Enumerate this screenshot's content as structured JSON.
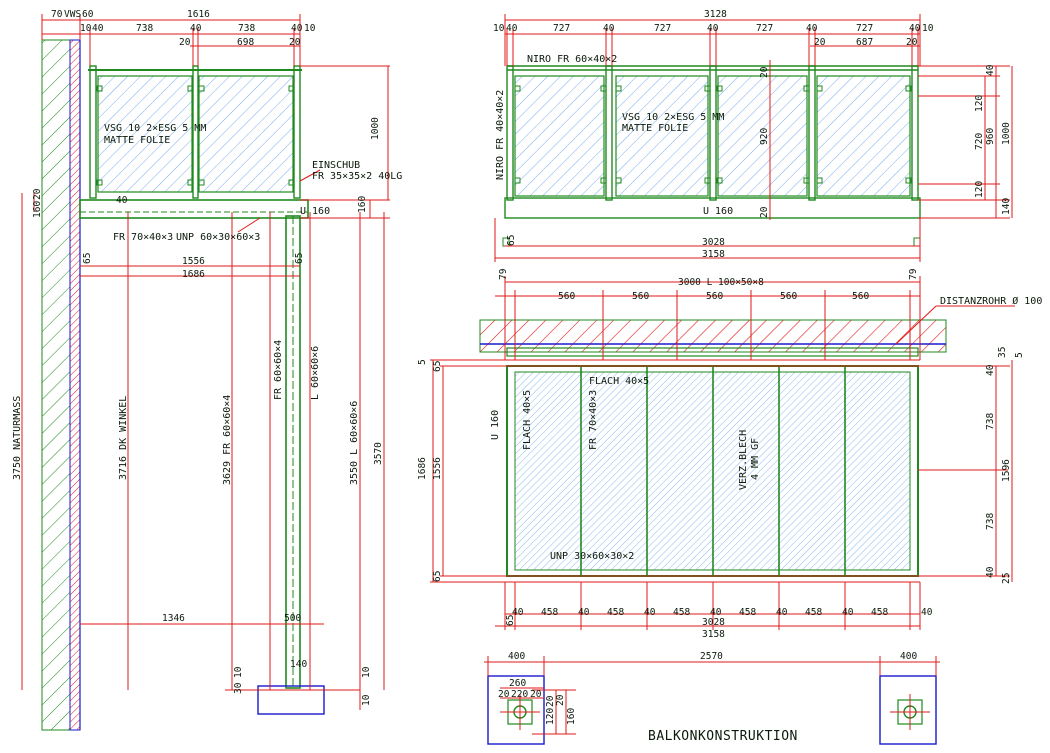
{
  "title": "BALKONKONSTRUKTION",
  "colors": {
    "structure": "#1f8a1f",
    "dimension": "#e01818",
    "hatch": "#3a8be8",
    "concrete": "#1a1acc",
    "text": "#0b1a0b"
  },
  "side_view": {
    "top_dims": [
      "70",
      "VWS",
      "60",
      "1616",
      "10",
      "40",
      "738",
      "40",
      "738",
      "40",
      "10",
      "20",
      "698",
      "20"
    ],
    "labels": {
      "glass": "VSG 10 2×ESG 5 MM",
      "foil": "MATTE FOLIE",
      "insert": "EINSCHUB",
      "insert_profile": "FR 35×35×2 40LG",
      "beam": "U 160",
      "fr70": "FR 70×40×3",
      "unp60": "UNP 60×30×60×3",
      "fr60": "FR 60×60×4",
      "l60": "L 60×60×6",
      "natural": "3750 NATURMASS",
      "fr70_len": "3716 DK WINKEL",
      "fr60_len": "3629 FR 60×60×4",
      "l60_len": "3550 L 60×60×6",
      "height": "3570"
    },
    "dims": [
      "1000",
      "160",
      "20",
      "160",
      "40",
      "1556",
      "1686",
      "65",
      "65",
      "1346",
      "500",
      "140",
      "10",
      "30",
      "10",
      "10"
    ]
  },
  "front_view": {
    "top_dims": [
      "3128",
      "10",
      "40",
      "727",
      "40",
      "727",
      "40",
      "727",
      "40",
      "727",
      "40",
      "10",
      "20",
      "687",
      "20"
    ],
    "labels": {
      "niro_top": "NIRO FR 60×40×2",
      "niro_side": "NIRO FR 40×40×2",
      "glass": "VSG 10 2×ESG 5 MM",
      "foil": "MATTE FOLIE",
      "beam": "U 160"
    },
    "right_dims": [
      "40",
      "120",
      "720",
      "960",
      "1000",
      "120",
      "140"
    ],
    "inner_dims": [
      "20",
      "920",
      "20"
    ],
    "bottom_dims": [
      "65",
      "3028",
      "3158"
    ]
  },
  "plan_view": {
    "top_dims": [
      "79",
      "3000 L 100×50×8",
      "79",
      "560",
      "560",
      "560",
      "560",
      "560"
    ],
    "labels": {
      "spacer": "DISTANZROHR Ø 100",
      "flach": "FLACH 40×5",
      "flach2": "FLACH 40×5",
      "fr70": "FR 70×40×3",
      "sheet": "VERZ.BLECH",
      "sheet2": "4 MM GF",
      "unp": "UNP 30×60×30×2",
      "beam": "U 160"
    },
    "left_dims": [
      "5",
      "65",
      "1686",
      "1556",
      "65"
    ],
    "right_dims": [
      "35",
      "5",
      "40",
      "738",
      "1596",
      "738",
      "40",
      "25"
    ],
    "bottom_dims": [
      "40",
      "458",
      "40",
      "458",
      "40",
      "458",
      "40",
      "458",
      "40",
      "458",
      "40",
      "458",
      "40",
      "65",
      "3028",
      "3158"
    ]
  },
  "foundation_view": {
    "dims": [
      "400",
      "2570",
      "400",
      "260",
      "20",
      "220",
      "20",
      "20",
      "120",
      "20",
      "160"
    ]
  }
}
